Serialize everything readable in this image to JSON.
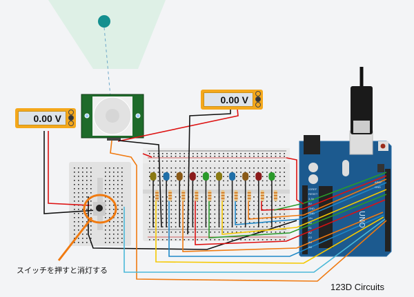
{
  "meters": [
    {
      "value": "0.00 V"
    },
    {
      "value": "0.00 V"
    }
  ],
  "annotation": "スイッチを押すと消灯する",
  "brand": "123D Circuits",
  "arduino": {
    "model": "UNO",
    "power_pins": [
      "IOREF",
      "RESET",
      "3.3V",
      "5V",
      "GND",
      "GND",
      "Vin"
    ],
    "analog_pins": [
      "A0",
      "A1",
      "A2",
      "A3",
      "A4",
      "A5"
    ],
    "top_pins": [
      "AREF",
      "GND"
    ]
  },
  "leds": [
    "#8a7a12",
    "#1f6fa8",
    "#8a5a18",
    "#8b1a1a",
    "#2a9a2a",
    "#8a7a12",
    "#1f6fa8",
    "#8a5a18",
    "#8b1a1a",
    "#2a9a2a"
  ],
  "colors": {
    "meter": "#f4a81c",
    "pcb": "#1e6b2a",
    "arduino": "#1c5a8f",
    "annotation": "#f07a10",
    "light_cone": "#dcefe4",
    "target": "#138f8f"
  }
}
